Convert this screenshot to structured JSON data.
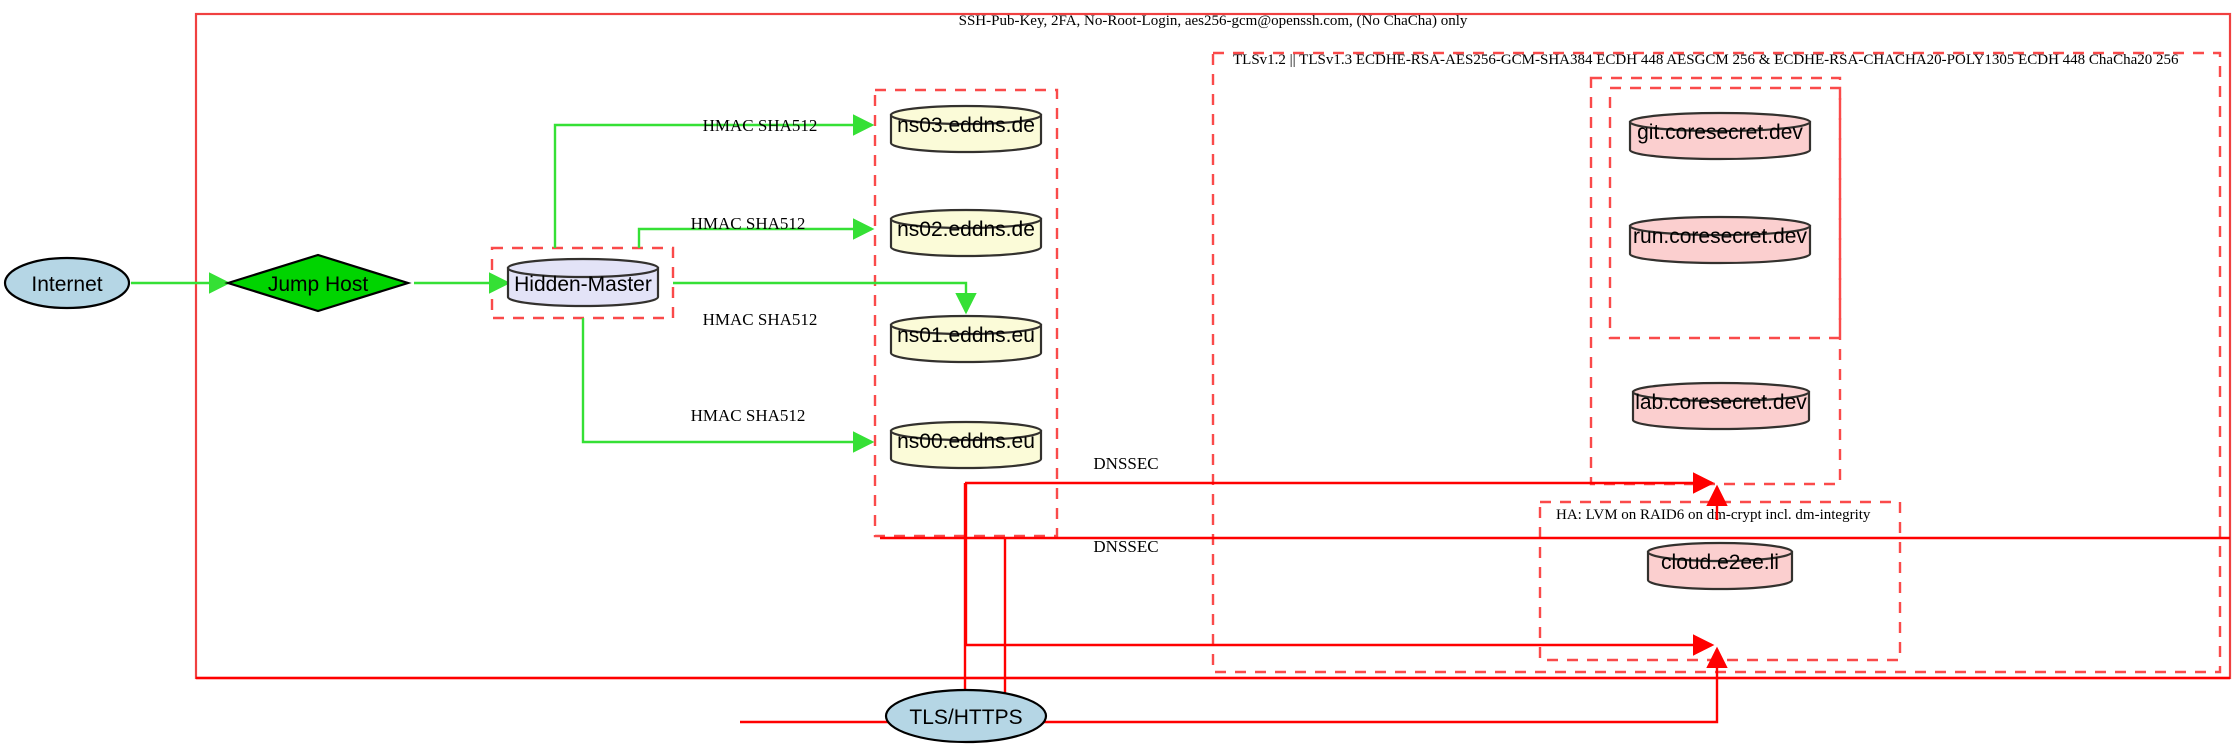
{
  "diagram": {
    "title_top": "SSH-Pub-Key, 2FA, No-Root-Login, aes256-gcm@openssh.com, (No ChaCha) only",
    "tls_box_label": "TLSv1.2 || TLSv1.3 ECDHE-RSA-AES256-GCM-SHA384 ECDH 448 AESGCM 256 & ECDHE-RSA-CHACHA20-POLY1305 ECDH 448 ChaCha20 256",
    "ha_box_label": "HA: LVM on RAID6 on dm-crypt incl. dm-integrity"
  },
  "nodes": {
    "internet": "Internet",
    "jump_host": "Jump Host",
    "hidden_master": "Hidden-Master",
    "tls_https": "TLS/HTTPS",
    "dns": [
      {
        "label": "ns03.eddns.de"
      },
      {
        "label": "ns02.eddns.de"
      },
      {
        "label": "ns01.eddns.eu"
      },
      {
        "label": "ns00.eddns.eu"
      }
    ],
    "services": [
      {
        "label": "git.coresecret.dev"
      },
      {
        "label": "run.coresecret.dev"
      },
      {
        "label": "lab.coresecret.dev"
      },
      {
        "label": "cloud.e2ee.li"
      }
    ]
  },
  "edges": {
    "hmac": [
      {
        "label": "HMAC SHA512"
      },
      {
        "label": "HMAC SHA512"
      },
      {
        "label": "HMAC SHA512"
      },
      {
        "label": "HMAC SHA512"
      }
    ],
    "dnssec": [
      {
        "label": "DNSSEC"
      },
      {
        "label": "DNSSEC"
      }
    ]
  },
  "colors": {
    "boundary_red": "#f04040",
    "dashed_red": "#fa4a4a",
    "edge_green": "#35e035",
    "edge_red": "#ff0000",
    "dns_fill": "#fbfbd8",
    "master_fill": "#e3e3f7",
    "service_fill": "#fbcfcf",
    "cloud_fill": "#b5d6e5",
    "jump_fill": "#00d400"
  }
}
